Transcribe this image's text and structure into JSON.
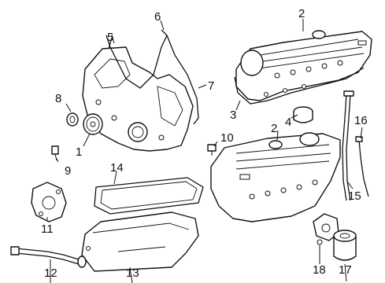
{
  "callouts": [
    {
      "id": "1",
      "label": "1"
    },
    {
      "id": "2a",
      "label": "2"
    },
    {
      "id": "2b",
      "label": "2"
    },
    {
      "id": "3",
      "label": "3"
    },
    {
      "id": "4",
      "label": "4"
    },
    {
      "id": "5",
      "label": "5"
    },
    {
      "id": "6",
      "label": "6"
    },
    {
      "id": "7",
      "label": "7"
    },
    {
      "id": "8",
      "label": "8"
    },
    {
      "id": "9",
      "label": "9"
    },
    {
      "id": "10",
      "label": "10"
    },
    {
      "id": "11",
      "label": "11"
    },
    {
      "id": "12",
      "label": "12"
    },
    {
      "id": "13",
      "label": "13"
    },
    {
      "id": "14",
      "label": "14"
    },
    {
      "id": "15",
      "label": "15"
    },
    {
      "id": "16",
      "label": "16"
    },
    {
      "id": "17",
      "label": "17"
    },
    {
      "id": "18",
      "label": "18"
    }
  ],
  "colors": {
    "line": "#111111",
    "background": "#ffffff"
  }
}
